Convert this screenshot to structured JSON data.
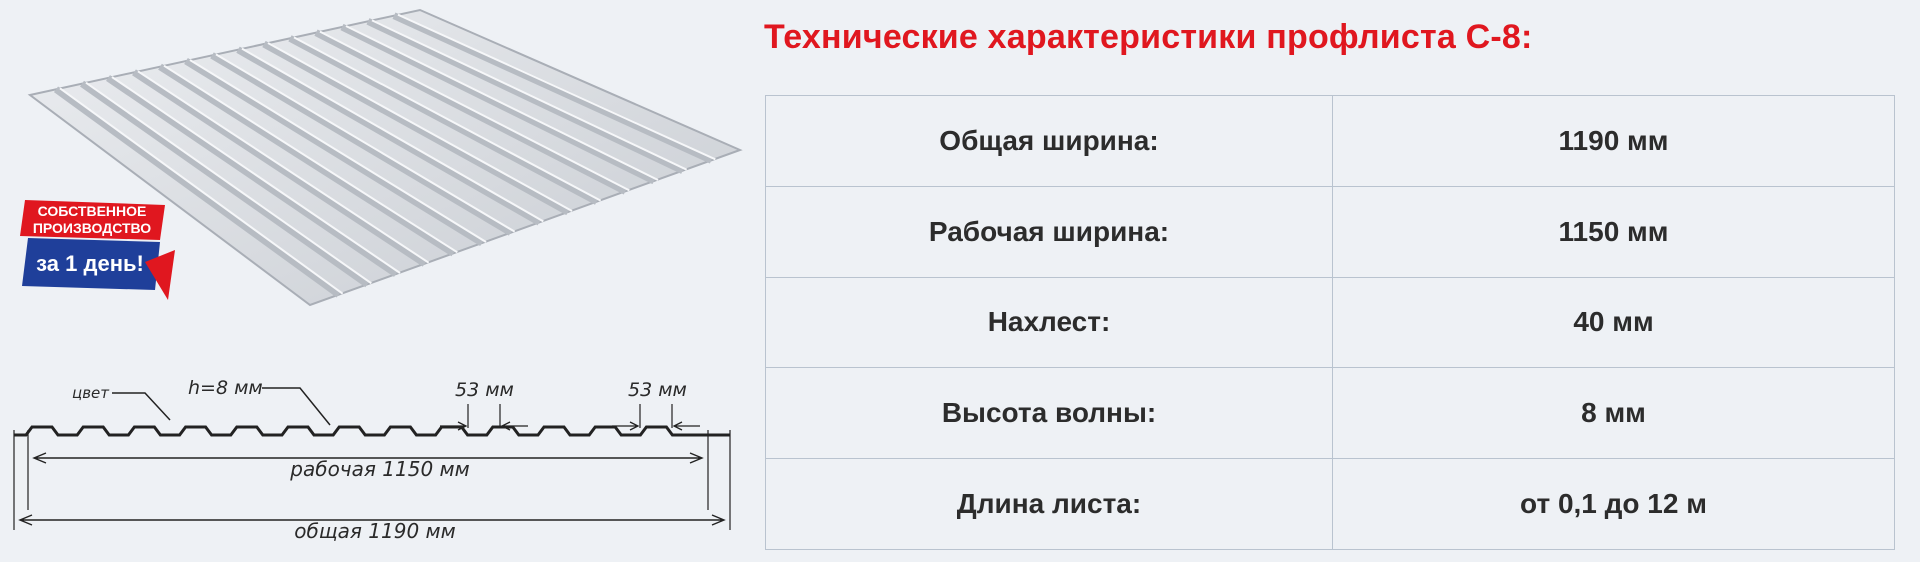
{
  "title": "Технические характеристики профлиста С-8:",
  "specs": [
    {
      "label": "Общая ширина:",
      "value": "1190 мм"
    },
    {
      "label": "Рабочая ширина:",
      "value": "1150 мм"
    },
    {
      "label": "Нахлест:",
      "value": "40 мм"
    },
    {
      "label": "Высота волны:",
      "value": "8 мм"
    },
    {
      "label": "Длина листа:",
      "value": "от 0,1 до 12 м"
    }
  ],
  "badge": {
    "line1": "СОБСТВЕННОЕ",
    "line2": "ПРОИЗВОДСТВО",
    "line3": "за 1 день!"
  },
  "drawing": {
    "color_label": "цвет",
    "height_label": "h=8 мм",
    "rib_width_1": "53 мм",
    "rib_width_2": "53 мм",
    "working_width": "рабочая 1150 мм",
    "total_width": "общая 1190 мм"
  },
  "colors": {
    "title": "#e0171f",
    "badge_red": "#e0171f",
    "badge_blue": "#1f3f9a",
    "table_border": "#b9c3cf"
  }
}
